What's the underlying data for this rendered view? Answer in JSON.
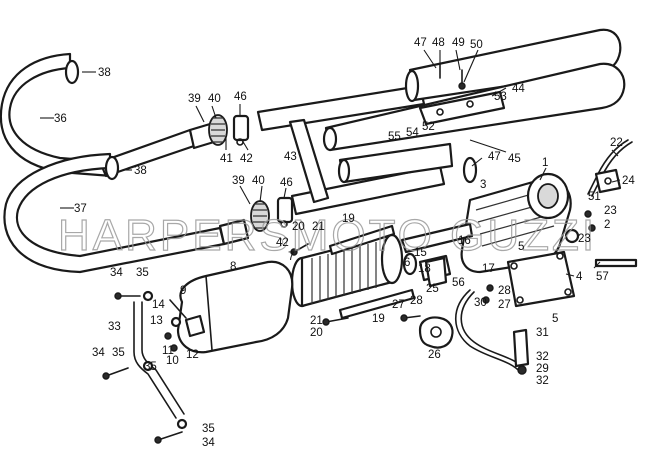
{
  "watermark": "HARPERSMOTO GUZZI",
  "callouts": [
    {
      "id": "c1",
      "text": "1"
    },
    {
      "id": "c2",
      "text": "2"
    },
    {
      "id": "c3",
      "text": "3"
    },
    {
      "id": "c4",
      "text": "4"
    },
    {
      "id": "c5a",
      "text": "5"
    },
    {
      "id": "c5b",
      "text": "5"
    },
    {
      "id": "c6",
      "text": "6"
    },
    {
      "id": "c7",
      "text": "7"
    },
    {
      "id": "c8",
      "text": "8"
    },
    {
      "id": "c9",
      "text": "9"
    },
    {
      "id": "c10",
      "text": "10"
    },
    {
      "id": "c11",
      "text": "11"
    },
    {
      "id": "c12",
      "text": "12"
    },
    {
      "id": "c13",
      "text": "13"
    },
    {
      "id": "c14",
      "text": "14"
    },
    {
      "id": "c15",
      "text": "15"
    },
    {
      "id": "c16",
      "text": "16"
    },
    {
      "id": "c17",
      "text": "17"
    },
    {
      "id": "c18",
      "text": "18"
    },
    {
      "id": "c19a",
      "text": "19"
    },
    {
      "id": "c19b",
      "text": "19"
    },
    {
      "id": "c20a",
      "text": "20"
    },
    {
      "id": "c20b",
      "text": "20"
    },
    {
      "id": "c21a",
      "text": "21"
    },
    {
      "id": "c21b",
      "text": "21"
    },
    {
      "id": "c22",
      "text": "22"
    },
    {
      "id": "c23a",
      "text": "23"
    },
    {
      "id": "c23b",
      "text": "23"
    },
    {
      "id": "c24",
      "text": "24"
    },
    {
      "id": "c25",
      "text": "25"
    },
    {
      "id": "c26",
      "text": "26"
    },
    {
      "id": "c27a",
      "text": "27"
    },
    {
      "id": "c27b",
      "text": "27"
    },
    {
      "id": "c28a",
      "text": "28"
    },
    {
      "id": "c28b",
      "text": "28"
    },
    {
      "id": "c29",
      "text": "29"
    },
    {
      "id": "c30",
      "text": "30"
    },
    {
      "id": "c31",
      "text": "31"
    },
    {
      "id": "c32a",
      "text": "32"
    },
    {
      "id": "c32b",
      "text": "32"
    },
    {
      "id": "c33",
      "text": "33"
    },
    {
      "id": "c34a",
      "text": "34"
    },
    {
      "id": "c34b",
      "text": "34"
    },
    {
      "id": "c34c",
      "text": "34"
    },
    {
      "id": "c35a",
      "text": "35"
    },
    {
      "id": "c35b",
      "text": "35"
    },
    {
      "id": "c35c",
      "text": "35"
    },
    {
      "id": "c35d",
      "text": "35"
    },
    {
      "id": "c36",
      "text": "36"
    },
    {
      "id": "c37",
      "text": "37"
    },
    {
      "id": "c38a",
      "text": "38"
    },
    {
      "id": "c38b",
      "text": "38"
    },
    {
      "id": "c39a",
      "text": "39"
    },
    {
      "id": "c39b",
      "text": "39"
    },
    {
      "id": "c40a",
      "text": "40"
    },
    {
      "id": "c40b",
      "text": "40"
    },
    {
      "id": "c41",
      "text": "41"
    },
    {
      "id": "c42a",
      "text": "42"
    },
    {
      "id": "c42b",
      "text": "42"
    },
    {
      "id": "c43",
      "text": "43"
    },
    {
      "id": "c44",
      "text": "44"
    },
    {
      "id": "c45",
      "text": "45"
    },
    {
      "id": "c46a",
      "text": "46"
    },
    {
      "id": "c46b",
      "text": "46"
    },
    {
      "id": "c47a",
      "text": "47"
    },
    {
      "id": "c47b",
      "text": "47"
    },
    {
      "id": "c48",
      "text": "48"
    },
    {
      "id": "c49",
      "text": "49"
    },
    {
      "id": "c50",
      "text": "50"
    },
    {
      "id": "c51",
      "text": "51"
    },
    {
      "id": "c52",
      "text": "52"
    },
    {
      "id": "c53",
      "text": "53"
    },
    {
      "id": "c54",
      "text": "54"
    },
    {
      "id": "c55",
      "text": "55"
    },
    {
      "id": "c56",
      "text": "56"
    },
    {
      "id": "c57",
      "text": "57"
    }
  ]
}
